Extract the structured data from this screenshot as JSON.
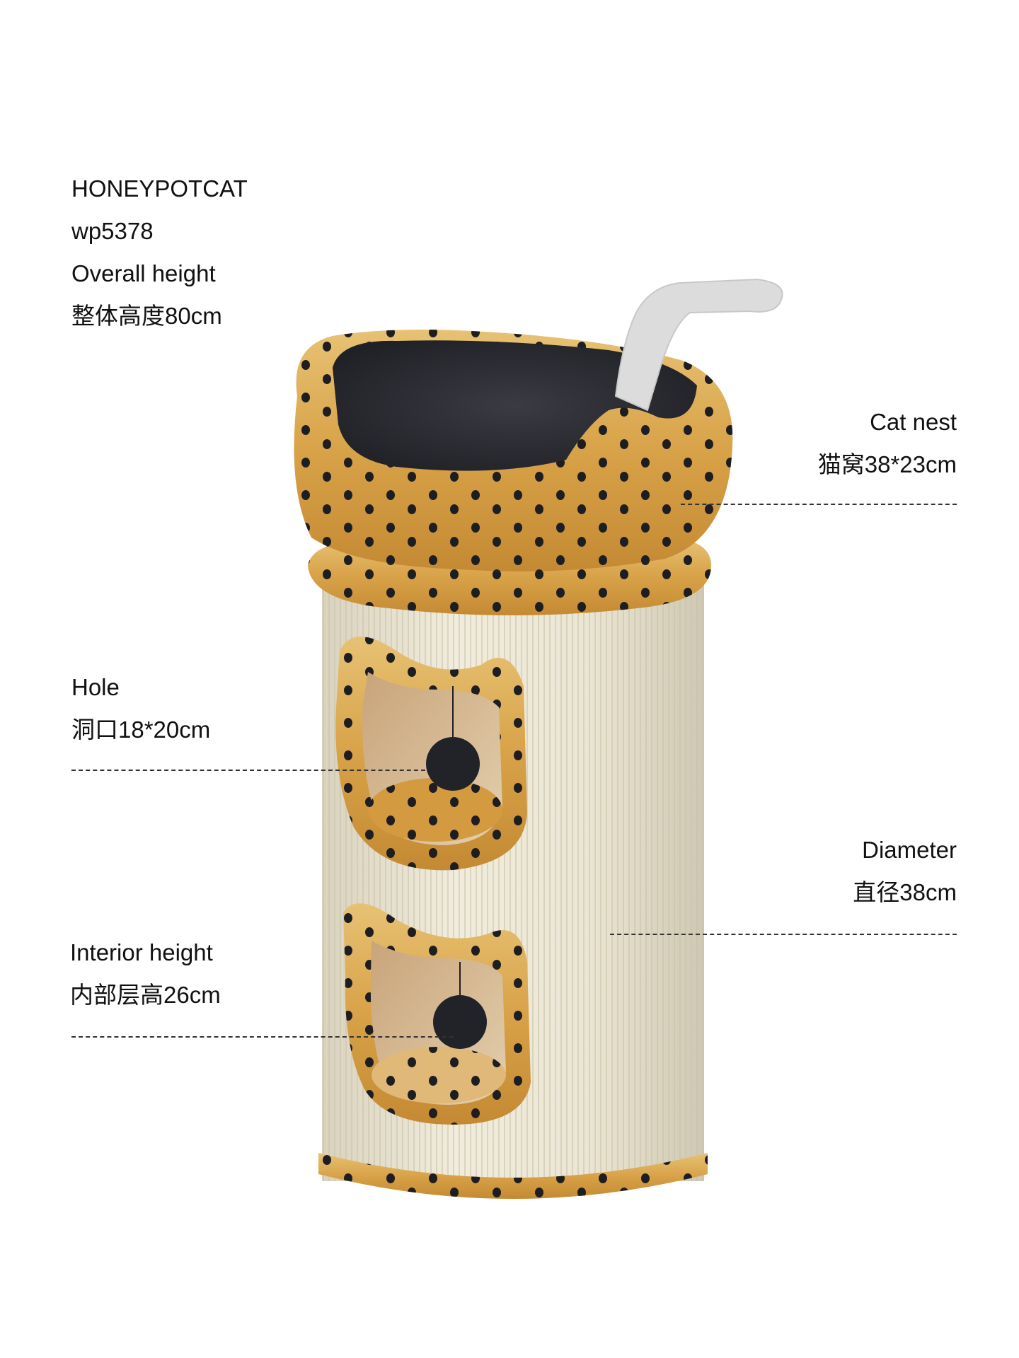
{
  "brand": "HONEYPOTCAT",
  "model": "wp5378",
  "overall_height": {
    "title": "Overall height",
    "value": "整体高度80cm"
  },
  "cat_nest": {
    "title": "Cat nest",
    "value": "猫窝38*23cm"
  },
  "hole": {
    "title": "Hole",
    "value": "洞口18*20cm"
  },
  "diameter": {
    "title": "Diameter",
    "value": "直径38cm"
  },
  "interior_height": {
    "title": "Interior height",
    "value": "内部层高26cm"
  },
  "colors": {
    "plush_gold": "#d9a64a",
    "spot_black": "#1e1e22",
    "sisal_cream": "#ece6d4",
    "nest_lining": "#2b2c33",
    "tail_grey": "#dcdcdc"
  }
}
